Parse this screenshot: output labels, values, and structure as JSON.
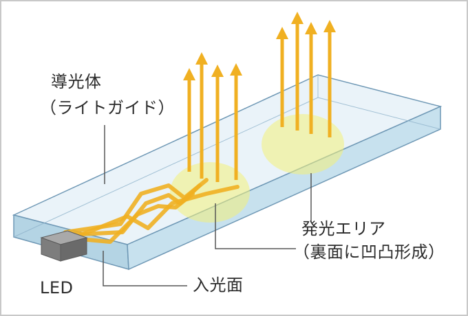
{
  "labels": {
    "light_guide": "導光体",
    "light_guide_sub": "（ライトガイド）",
    "emission_area": "発光エリア",
    "emission_area_sub": "（裏面に凹凸形成）",
    "entry_face": "入光面",
    "led": "LED"
  },
  "colors": {
    "frame": "#c8c8c8",
    "glass_top": "#e3eff7",
    "glass_front": "#b9d9ea",
    "glass_end": "#a7ccdf",
    "edge": "#6f98b5",
    "ray": "#f0b022",
    "spot": "#f3f07a",
    "led_body": "#7d7d7d",
    "leader": "#555555"
  }
}
